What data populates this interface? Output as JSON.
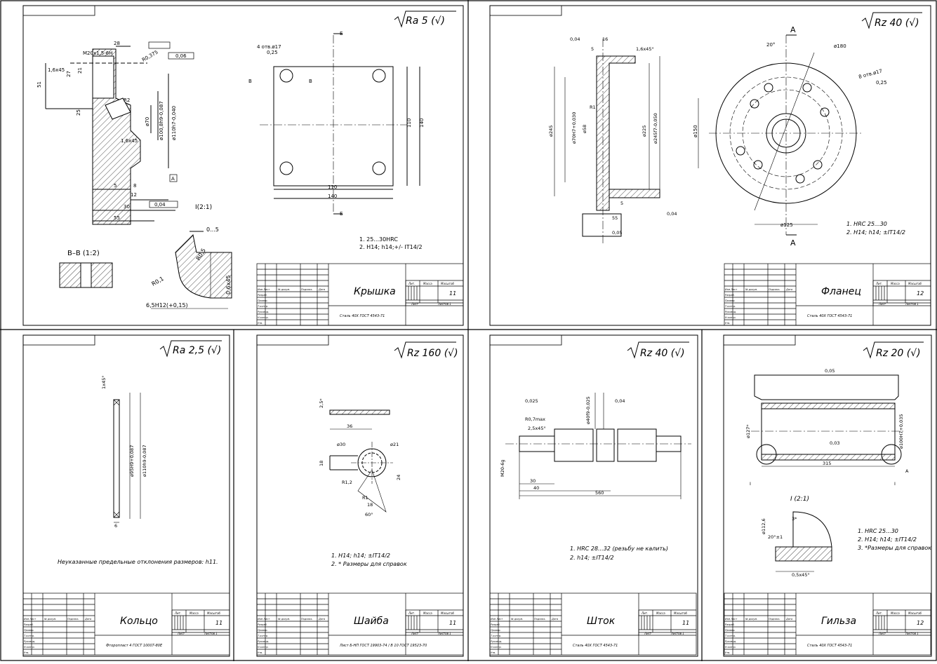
{
  "sheets": [
    {
      "title": "Крышка",
      "roughness": "Ra 5 (√)",
      "material": "Сталь 40Х ГОСТ 4543-71",
      "sheets_label": "11",
      "notes": [
        "1. 25...30HRC",
        "2. H14; h14;+/- IT14/2"
      ],
      "section_label": "B–B (1:2)",
      "detail_label": "I(2:1)",
      "dims": [
        "28",
        "51",
        "27",
        "21",
        "25",
        "30",
        "12",
        "5",
        "8",
        "55",
        "1,6x45",
        "R0,375",
        "R2",
        "ø70",
        "ø100,8h9-0,087",
        "ø110h7-0,040",
        "0,04",
        "0,06",
        "M20x1,5-6H",
        "4 отв.ø17",
        "0,25",
        "110",
        "140",
        "110",
        "140",
        "R0,1",
        "R0,5",
        "0...5",
        "0,6x45",
        "6,5H12(+0,15)",
        "Б",
        "В",
        "А"
      ]
    },
    {
      "title": "Фланец",
      "roughness": "Rz 40 (√)",
      "material": "Сталь 40Х ГОСТ 4543-71",
      "sheets_label": "12",
      "notes": [
        "1. HRC 25...30",
        "2. H14; h14; ±IT14/2"
      ],
      "section_label": "A",
      "dims": [
        "16",
        "5",
        "1,6x45°",
        "R1",
        "ø245",
        "ø70H7+0,030",
        "ø58",
        "ø225",
        "ø245f7-0,050",
        "5",
        "55",
        "0,04",
        "0,05",
        "20°",
        "8 отв.ø17",
        "0,25",
        "ø180",
        "ø125",
        "ø150"
      ]
    },
    {
      "title": "Кольцо",
      "roughness": "Ra 2,5 (√)",
      "material": "Фторопласт 4 ГОСТ 10007-80Е",
      "sheets_label": "11",
      "notes": [
        "Неуказанные предельные отклонения размеров: h11."
      ],
      "dims": [
        "1x45°",
        "ø95H9+0,087",
        "ø110h9-0,087",
        "6"
      ]
    },
    {
      "title": "Шайба",
      "roughness": "Rz 160 (√)",
      "material": "Лист Б-НП ГОСТ 19903-74 / В 10 ГОСТ 19523-70",
      "sheets_label": "11",
      "notes": [
        "1. H14; h14; ±IT14/2",
        "2. * Размеры для справок"
      ],
      "dims": [
        "2,5*",
        "36",
        "ø30",
        "ø21",
        "18",
        "R1,2",
        "24",
        "R1",
        "18",
        "60°"
      ]
    },
    {
      "title": "Шток",
      "roughness": "Rz 40 (√)",
      "material": "Сталь 40Х ГОСТ 4543-71",
      "sheets_label": "11",
      "notes": [
        "1. HRC 28...32 (резьбу не калить)",
        "2. h14; ±IT14/2"
      ],
      "dims": [
        "0,025",
        "R0,7max",
        "2,5x45°",
        "ø40f9-0,025",
        "0,04",
        "M20-6g",
        "30",
        "40",
        "560"
      ]
    },
    {
      "title": "Гильза",
      "roughness": "Rz 20 (√)",
      "material": "Сталь 40Х ГОСТ 4543-71",
      "sheets_label": "12",
      "notes": [
        "1. HRC 25...30",
        "2. H14; h14; ±IT14/2",
        "3. *Размеры для справок"
      ],
      "detail_label": "I (2:1)",
      "dims": [
        "0,05",
        "ø127*",
        "ø100H7+0,035",
        "0,03",
        "315",
        "3*",
        "20°±1",
        "ø112,6",
        "0,5x45°",
        "I",
        "А"
      ]
    }
  ],
  "stamp_headers": {
    "lit": "Лит.",
    "mass": "Масса",
    "scale": "Масштаб",
    "sheet": "Лист",
    "sheets": "Листов 1",
    "row_change": "Изм Лист",
    "row_doc": "№ докум.",
    "row_sign": "Подпись",
    "row_date": "Дата",
    "razrab": "Разраб.",
    "prov": "Провер.",
    "tkontr": "Т.контр.",
    "rukovod": "Руковод.",
    "nkontr": "Н.контр.",
    "utv": "Утв."
  }
}
